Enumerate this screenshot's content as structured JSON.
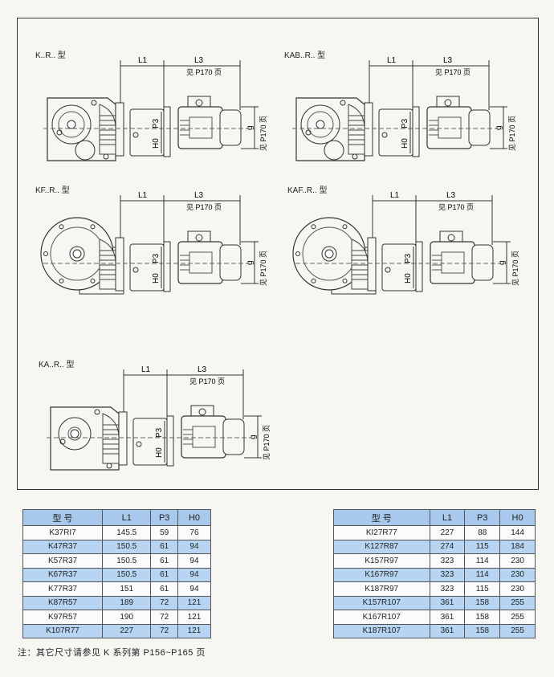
{
  "diagrams": [
    {
      "title": "K..R.. 型"
    },
    {
      "title": "KAB..R.. 型"
    },
    {
      "title": "KF..R.. 型"
    },
    {
      "title": "KAF..R.. 型"
    },
    {
      "title": "KA..R.. 型"
    }
  ],
  "dimensions": {
    "l1": "L1",
    "l3": "L3",
    "l3_ref": "见 P170 页",
    "p3": "P3",
    "h0": "H0",
    "g": "g",
    "g_ref": "见 P170 页"
  },
  "table_headers": [
    "型 号",
    "L1",
    "P3",
    "H0"
  ],
  "table_left": [
    [
      "K37RI7",
      "145.5",
      "59",
      "76"
    ],
    [
      "K47R37",
      "150.5",
      "61",
      "94"
    ],
    [
      "K57R37",
      "150.5",
      "61",
      "94"
    ],
    [
      "K67R37",
      "150.5",
      "61",
      "94"
    ],
    [
      "K77R37",
      "151",
      "61",
      "94"
    ],
    [
      "K87R57",
      "189",
      "72",
      "121"
    ],
    [
      "K97R57",
      "190",
      "72",
      "121"
    ],
    [
      "K107R77",
      "227",
      "72",
      "121"
    ]
  ],
  "table_right": [
    [
      "KI27R77",
      "227",
      "88",
      "144"
    ],
    [
      "K127R87",
      "274",
      "115",
      "184"
    ],
    [
      "K157R97",
      "323",
      "114",
      "230"
    ],
    [
      "K167R97",
      "323",
      "114",
      "230"
    ],
    [
      "K187R97",
      "323",
      "115",
      "230"
    ],
    [
      "K157R107",
      "361",
      "158",
      "255"
    ],
    [
      "K167R107",
      "361",
      "158",
      "255"
    ],
    [
      "K187R107",
      "361",
      "158",
      "255"
    ]
  ],
  "note": "注：其它尺寸请参见 K 系列第 P156~P165 页"
}
